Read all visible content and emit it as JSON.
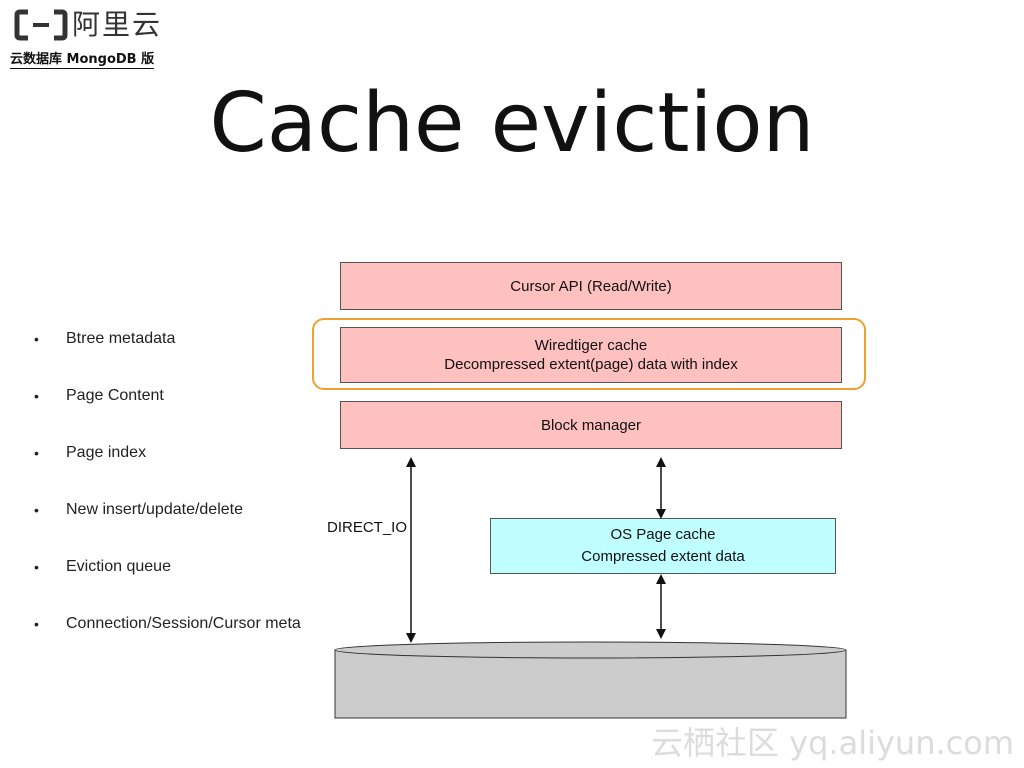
{
  "logo": {
    "brand": "阿里云",
    "subtitle": "云数据库 MongoDB 版"
  },
  "title": "Cache eviction",
  "bullets": [
    "Btree metadata",
    "Page Content",
    "Page index",
    "New insert/update/delete",
    "Eviction queue",
    "Connection/Session/Cursor meta"
  ],
  "layers": {
    "cursor_api": "Cursor API (Read/Write)",
    "wiredtiger_cache_line1": "Wiredtiger cache",
    "wiredtiger_cache_line2": "Decompressed extent(page) data with index",
    "block_manager": "Block manager",
    "os_cache_line1": "OS Page cache",
    "os_cache_line2": "Compressed extent data"
  },
  "direct_io_label": "DIRECT_IO",
  "watermark": "云栖社区 yq.aliyun.com",
  "colors": {
    "layer_fill": "#ffc0c0",
    "os_cache_fill": "#c0ffff",
    "highlight_border": "#f0a030",
    "disk_fill": "#cccccc"
  }
}
